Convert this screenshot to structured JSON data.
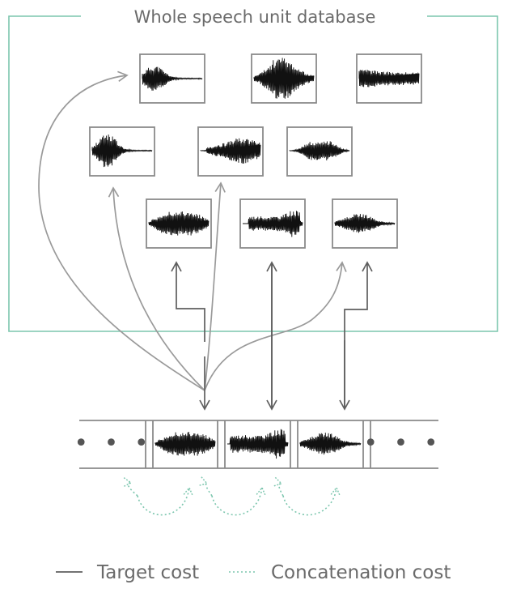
{
  "title": "Whole speech unit database",
  "ellipsis": "• • •",
  "legend": {
    "target_cost": "Target cost",
    "concatenation_cost": "Concatenation cost"
  },
  "colors": {
    "database_frame": "#7cc6ae",
    "target_arrow": "#5f5f5f",
    "selection_curve": "#9a9a9a",
    "concatenation": "#7cc6ae",
    "tile_border": "#8a8a8a",
    "waveform": "#111111"
  }
}
